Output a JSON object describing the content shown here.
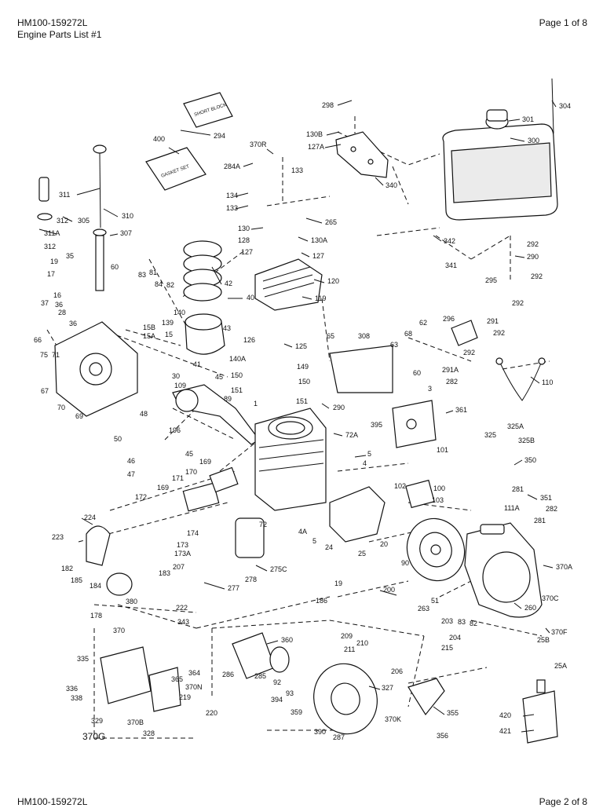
{
  "header": {
    "doc_id": "HM100-159272L",
    "doc_title": "Engine Parts List #1",
    "page": "Page 1 of 8"
  },
  "footer": {
    "doc_id": "HM100-159272L",
    "page": "Page 2 of 8"
  },
  "box_labels": {
    "short_block": "SHORT BLOCK",
    "gasket_set": "GASKET SET"
  },
  "labels": {
    "l298": "298",
    "l304": "304",
    "l301": "301",
    "l300": "300",
    "l130B": "130B",
    "l127A": "127A",
    "l294": "294",
    "l400": "400",
    "l370R": "370R",
    "l284A": "284A",
    "l133a": "133",
    "l134": "134",
    "l133b": "133",
    "l340": "340",
    "l311": "311",
    "l312a": "312",
    "l311A": "311A",
    "l312b": "312",
    "l305": "305",
    "l307": "307",
    "l310": "310",
    "l265": "265",
    "l130": "130",
    "l128": "128",
    "l127a": "127",
    "l130A": "130A",
    "l127b": "127",
    "l292a": "292",
    "l290": "290",
    "l342": "342",
    "l341": "341",
    "l120": "120",
    "l119": "119",
    "l292b": "292",
    "l292c": "292",
    "l295": "295",
    "l19": "19",
    "l35": "35",
    "l17": "17",
    "l16": "16",
    "l36a": "36",
    "l37": "37",
    "l28": "28",
    "l36b": "36",
    "l60": "60",
    "l83": "83",
    "l81": "81",
    "l84": "84",
    "l82": "82",
    "l42": "42",
    "l40": "40",
    "l140": "140",
    "l139": "139",
    "l15B": "15B",
    "l15A": "15A",
    "l15": "15",
    "l43": "43",
    "l126": "126",
    "l125": "125",
    "l65": "65",
    "l308": "308",
    "l62": "62",
    "l68": "68",
    "l63": "63",
    "l296": "296",
    "l291": "291",
    "l292d": "292",
    "l292e": "292",
    "l291A": "291A",
    "l282a": "282",
    "l60b": "60",
    "l110": "110",
    "l66": "66",
    "l75": "75",
    "l71": "71",
    "l140A": "140A",
    "l149": "149",
    "l150a": "150",
    "l150b": "150",
    "l151a": "151",
    "l151b": "151",
    "l67": "67",
    "l70": "70",
    "l69": "69",
    "l30": "30",
    "l109": "109",
    "l45a": "45",
    "l41": "41",
    "l290b": "290",
    "l3": "3",
    "l361": "361",
    "l395": "395",
    "l325A": "325A",
    "l325": "325",
    "l325B": "325B",
    "l48": "48",
    "l89": "89",
    "l1": "1",
    "l196": "196",
    "l50": "50",
    "l72A": "72A",
    "l46a": "46",
    "l45b": "45",
    "l5a": "5",
    "l4": "4",
    "l47": "47",
    "l170": "170",
    "l169a": "169",
    "l171": "171",
    "l169b": "169",
    "l172": "172",
    "l101": "101",
    "l350": "350",
    "l102": "102",
    "l100": "100",
    "l103": "103",
    "l281a": "281",
    "l351": "351",
    "l111A": "111A",
    "l282b": "282",
    "l281b": "281",
    "l224": "224",
    "l72": "72",
    "l4A": "4A",
    "l5b": "5",
    "l24": "24",
    "l25": "25",
    "l20": "20",
    "l174": "174",
    "l173": "173",
    "l173A": "173A",
    "l223": "223",
    "l207": "207",
    "l182": "182",
    "l185": "185",
    "l184": "184",
    "l183": "183",
    "l275C": "275C",
    "l278": "278",
    "l277": "277",
    "l90": "90",
    "l370A": "370A",
    "l370C": "370C",
    "l19b": "19",
    "l200": "200",
    "l260": "260",
    "l178": "178",
    "l380": "380",
    "l222": "222",
    "l186": "186",
    "l51": "51",
    "l263": "263",
    "l83b": "83",
    "l82b": "82",
    "l203": "203",
    "l343": "343",
    "l370": "370",
    "l360": "360",
    "l209": "209",
    "l210": "210",
    "l211": "211",
    "l204": "204",
    "l215": "215",
    "l370F": "370F",
    "l25B": "25B",
    "l25A": "25A",
    "l335": "335",
    "l365": "365",
    "l364": "364",
    "l370N": "370N",
    "l286": "286",
    "l285": "285",
    "l92": "92",
    "l93": "93",
    "l394": "394",
    "l206": "206",
    "l327": "327",
    "l336": "336",
    "l338": "338",
    "l219": "219",
    "l220": "220",
    "l359": "359",
    "l355": "355",
    "l420": "420",
    "l329": "329",
    "l370B": "370B",
    "l328": "328",
    "l370G": "370G",
    "l390": "390",
    "l287": "287",
    "l370K": "370K",
    "l356": "356",
    "l421": "421"
  },
  "colors": {
    "ink": "#111111",
    "paper": "#ffffff",
    "shade": "#d8d8d8"
  }
}
